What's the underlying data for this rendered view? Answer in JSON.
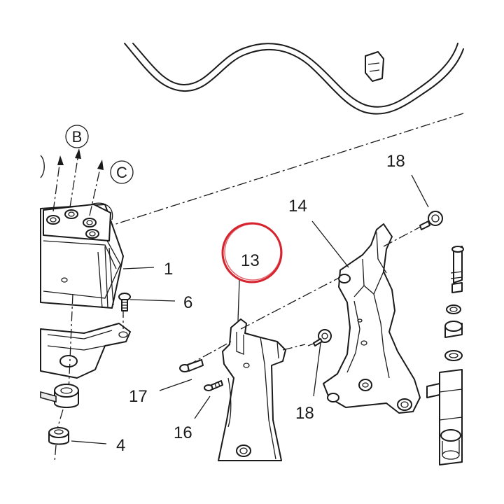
{
  "diagram": {
    "callouts": {
      "c1": "1",
      "c4": "4",
      "c6": "6",
      "c13": "13",
      "c14": "14",
      "c16": "16",
      "c17": "17",
      "c18_top": "18",
      "c18_bottom": "18"
    },
    "port_labels": {
      "b": "B",
      "c": "C"
    },
    "highlight": {
      "callout": "13",
      "color": "#d6242f"
    }
  }
}
